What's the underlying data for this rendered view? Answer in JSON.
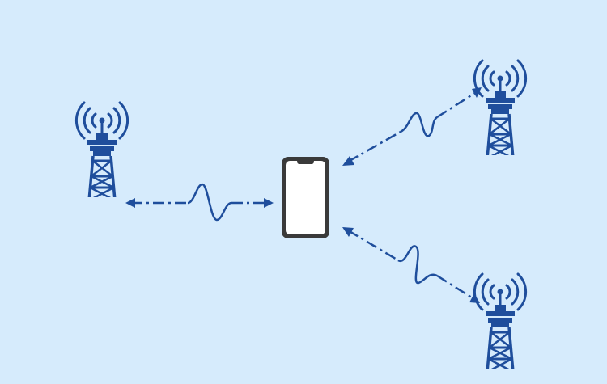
{
  "diagram": {
    "colors": {
      "background": "#d6ebfc",
      "ink": "#1f4e9c",
      "phone_body": "#3a3a3a",
      "phone_screen": "#ffffff"
    },
    "icons": {
      "tower": "cell-tower-icon",
      "phone": "smartphone-icon",
      "link": "bidirectional-signal-arrow"
    },
    "nodes": [
      {
        "id": "tower-left",
        "kind": "cell-tower"
      },
      {
        "id": "tower-top-right",
        "kind": "cell-tower"
      },
      {
        "id": "tower-bottom-right",
        "kind": "cell-tower"
      },
      {
        "id": "phone",
        "kind": "smartphone"
      }
    ],
    "links": [
      {
        "from": "tower-left",
        "to": "phone",
        "direction": "both"
      },
      {
        "from": "tower-top-right",
        "to": "phone",
        "direction": "both"
      },
      {
        "from": "tower-bottom-right",
        "to": "phone",
        "direction": "both"
      }
    ]
  }
}
